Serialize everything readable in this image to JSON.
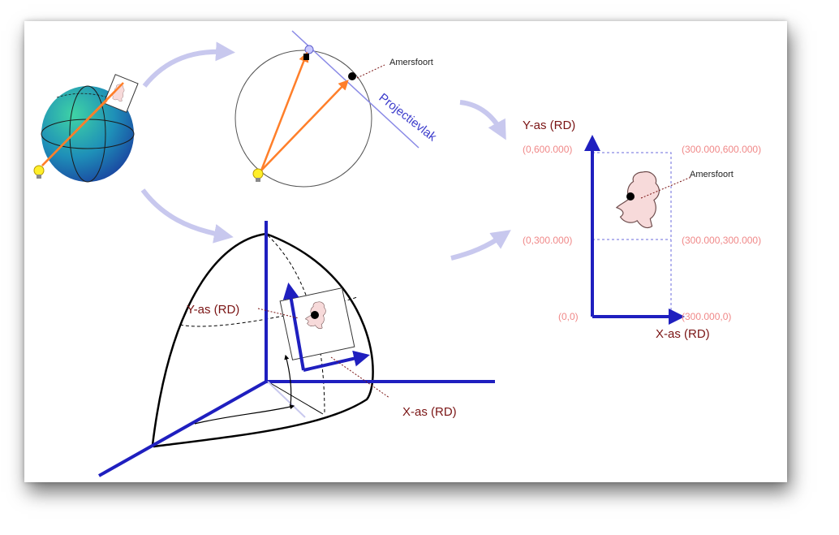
{
  "labels": {
    "amersfoort_top": "Amersfoort",
    "projectievlak": "Projectievlak",
    "y_axis_right": "Y-as (RD)",
    "x_axis_right": "X-as (RD)",
    "amersfoort_right": "Amersfoort",
    "y_axis_bottom": "Y-as (RD)",
    "x_axis_bottom": "X-as (RD)"
  },
  "coordinates": {
    "top_left": "(0,600.000)",
    "top_right": "(300.000,600.000)",
    "mid_left": "(0,300.000)",
    "mid_right": "(300.000,300.000)",
    "origin": "(0,0)",
    "bottom_right": "(300.000,0)"
  },
  "colors": {
    "axis_blue": "#1f1fbf",
    "ray_orange": "#ff7f2a",
    "label_dark_red": "#7a1414",
    "coord_pink": "#f08888",
    "flow_arrow": "#c8c8ee"
  },
  "icons": [
    "lightbulb-icon",
    "netherlands-map-icon",
    "globe-icon"
  ]
}
